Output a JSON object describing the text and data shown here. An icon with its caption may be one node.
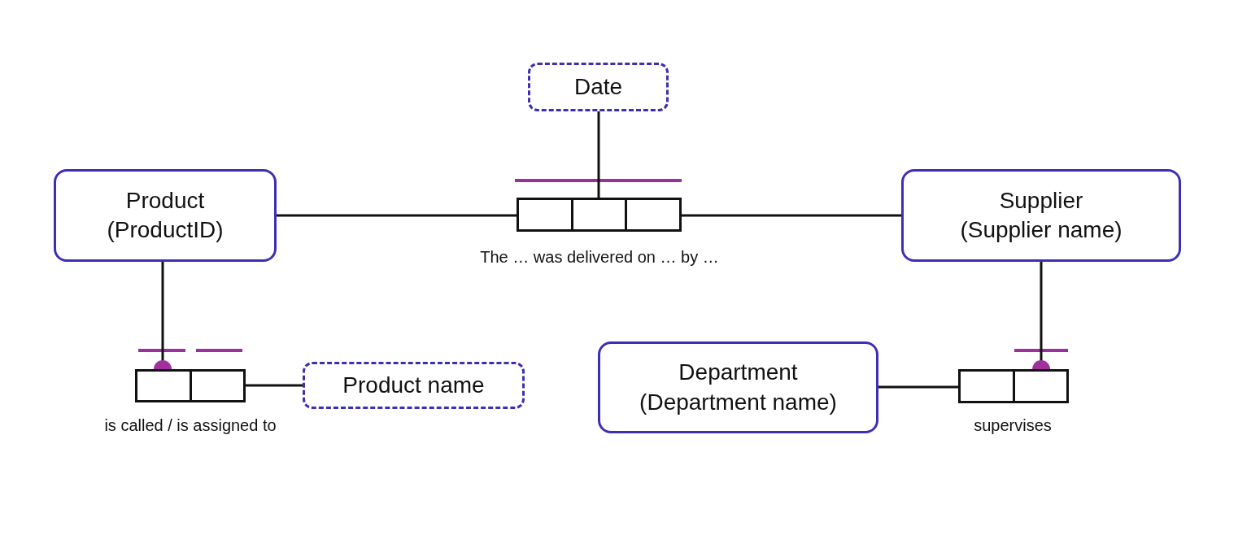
{
  "diagram": {
    "nodes": [
      {
        "text": [
          "Date"
        ]
      },
      {
        "text": [
          "Product (ProductID)"
        ]
      },
      {
        "text": [],
        "shape": "box",
        "beside": [
          "The … was delivered on … by …"
        ]
      },
      {
        "text": [
          "Supplier (Supplier name)"
        ]
      },
      {
        "text": [],
        "shape": "box",
        "beside": [
          "is called / is assigned to"
        ]
      },
      {
        "text": [
          "Product name"
        ]
      },
      {
        "text": [
          "Department (Department name)"
        ]
      },
      {
        "text": [],
        "shape": "box",
        "beside": [
          "supervises"
        ]
      }
    ],
    "edges": [
      {
        "from": 1,
        "to": 2,
        "arrow": "none"
      },
      {
        "from": 2,
        "to": 3,
        "arrow": "none"
      },
      {
        "from": 0,
        "to": 2,
        "arrow": "none"
      },
      {
        "from": 1,
        "to": 4,
        "arrow": "other"
      },
      {
        "from": 4,
        "to": 5,
        "arrow": "none"
      },
      {
        "from": 3,
        "to": 7,
        "arrow": "other"
      },
      {
        "from": 6,
        "to": 7,
        "arrow": "none"
      }
    ]
  }
}
